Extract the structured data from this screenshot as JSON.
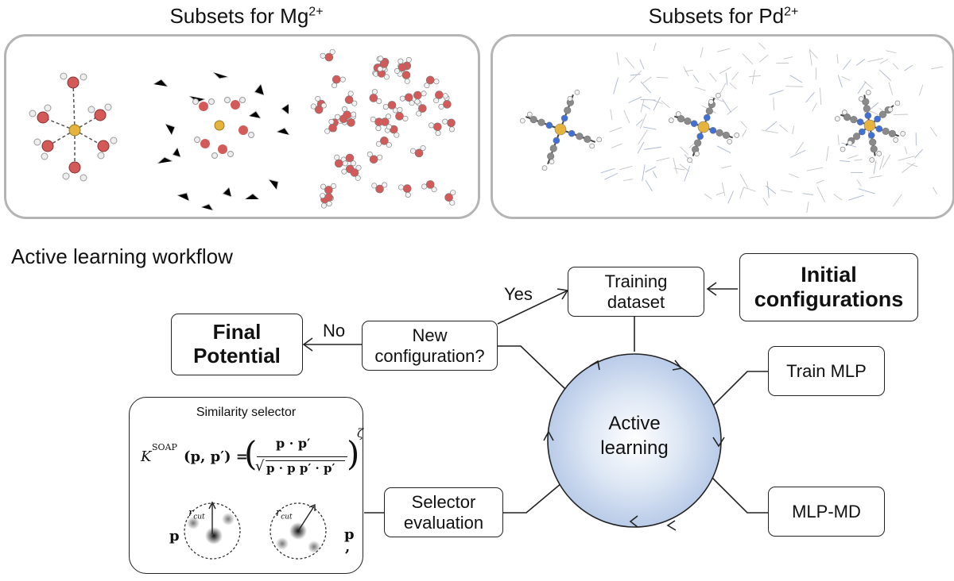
{
  "panels": {
    "mg": {
      "title_prefix": "Subsets for Mg",
      "title_sup": "2+"
    },
    "pd": {
      "title_prefix": "Subsets for Pd",
      "title_sup": "2+"
    }
  },
  "workflow": {
    "title": "Active learning workflow",
    "nodes": {
      "training_line1": "Training",
      "training_line2": "dataset",
      "initial_line1": "Initial",
      "initial_line2": "configurations",
      "newconfig_line1": "New",
      "newconfig_line2": "configuration?",
      "final_line1": "Final",
      "final_line2": "Potential",
      "train_mlp": "Train MLP",
      "mlp_md": "MLP-MD",
      "selector_line1": "Selector",
      "selector_line2": "evaluation",
      "active_line1": "Active",
      "active_line2": "learning"
    },
    "edges": {
      "yes": "Yes",
      "no": "No"
    },
    "similarity": {
      "title": "Similarity selector",
      "formula_lhs": "K",
      "formula_sup": "SOAP",
      "formula_args": "(p, p′) =",
      "frac_num": "p · p′",
      "frac_den": "p · p p′ · p′",
      "exponent": "ζ",
      "rcut": "r",
      "rcut_sub": "cut",
      "p_left": "p",
      "p_right": "p",
      "p_right_comma": ","
    }
  },
  "colors": {
    "oxygen": "#d45a5a",
    "hydrogen": "#f2f2f2",
    "metal": "#e6b43c",
    "carbon": "#8a8a8a",
    "nitrogen": "#3f6fd8",
    "panel_border": "#b4b4b4",
    "circle_fill": "#c6d6ee"
  }
}
